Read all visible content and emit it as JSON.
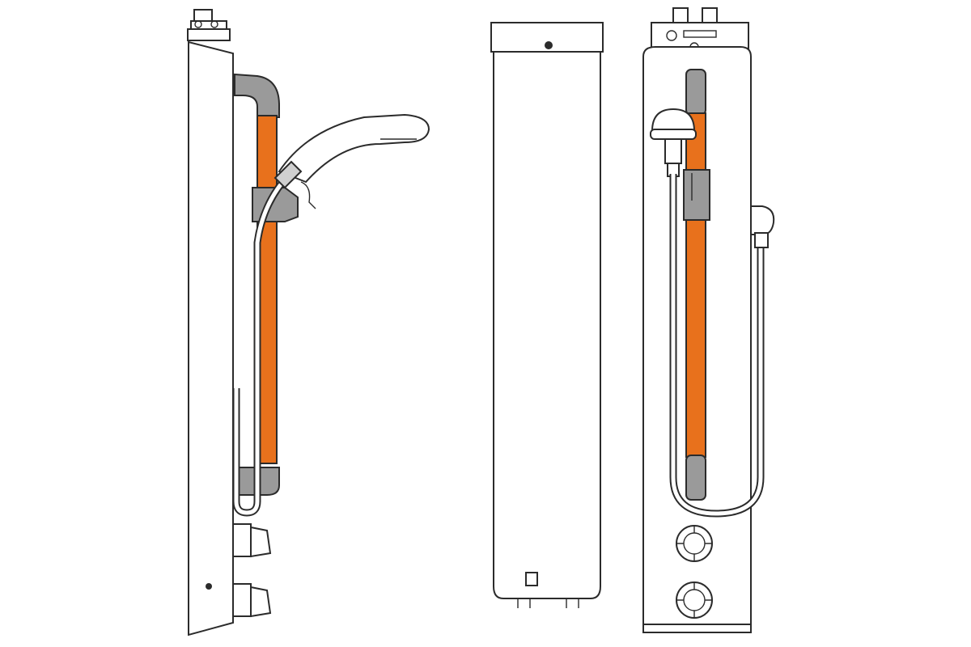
{
  "diagram": {
    "views": [
      {
        "id": "side-view"
      },
      {
        "id": "back-view"
      },
      {
        "id": "front-view"
      }
    ],
    "colors": {
      "grab_bar_accent": "#e8711c",
      "bracket_gray": "#9a9a9a",
      "outline": "#2b2b2b",
      "panel_fill": "#ffffff"
    },
    "icons": [
      "shower-head-icon",
      "grab-bar-icon",
      "control-knob-icon",
      "hose-icon",
      "valve-connector-icon"
    ]
  }
}
